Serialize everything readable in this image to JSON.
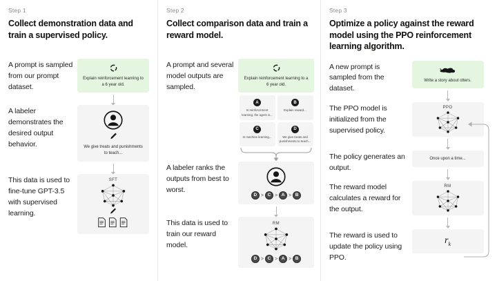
{
  "steps": [
    {
      "label": "Step 1",
      "title": "Collect demonstration data and train a supervised policy.",
      "captions": [
        "A prompt is sampled from our prompt dataset.",
        "A labeler demonstrates the desired output behavior.",
        "This data is used to fine-tune GPT-3.5 with supervised learning."
      ],
      "prompt_box": {
        "text": "Explain reinforcement learning to a 6 year old.",
        "icon": "recycle-loop-icon",
        "color": "#e4f5e0"
      },
      "labeler_box": {
        "text": "We give treats and punishments to teach...",
        "icon": "person-icon",
        "pen_icon": "pen-icon"
      },
      "model_box": {
        "title": "SFT",
        "icon": "neural-network-icon",
        "pen_icon": "pen-icon",
        "docs_icon": "documents-icon"
      }
    },
    {
      "label": "Step 2",
      "title": "Collect comparison data and train a reward model.",
      "captions": [
        "A prompt and several model outputs are sampled.",
        "A labeler ranks the outputs from best to worst.",
        "This data is used to train our reward model."
      ],
      "prompt_box": {
        "text": "Explain reinforcement learning to a 6 year old.",
        "icon": "recycle-loop-icon",
        "color": "#e4f5e0"
      },
      "outputs": [
        {
          "letter": "A",
          "text": "In reinforcement learning, the agent is..."
        },
        {
          "letter": "B",
          "text": "Explain reward..."
        },
        {
          "letter": "C",
          "text": "In machine learning..."
        },
        {
          "letter": "D",
          "text": "We give treats and punishments to teach..."
        }
      ],
      "labeler_box": {
        "icon": "person-icon",
        "ranking": [
          "D",
          "C",
          "A",
          "B"
        ],
        "separator": ">"
      },
      "reward_box": {
        "title": "RM",
        "icon": "neural-network-icon",
        "ranking": [
          "D",
          "C",
          "A",
          "B"
        ],
        "separator": ">"
      }
    },
    {
      "label": "Step 3",
      "title": "Optimize a policy against the reward model using the PPO reinforcement learning algorithm.",
      "captions": [
        "A new prompt is sampled from the dataset.",
        "The PPO model is initialized from the supervised policy.",
        "The policy generates an output.",
        "The reward model calculates a reward for the output.",
        "The reward is used to update the policy using PPO."
      ],
      "prompt_box": {
        "text": "Write a story about otters.",
        "icon": "otter-icon",
        "color": "#e4f5e0"
      },
      "ppo_box": {
        "title": "PPO",
        "icon": "neural-network-icon"
      },
      "output_box": {
        "text": "Once upon a time..."
      },
      "rm_box": {
        "title": "RM",
        "icon": "neural-network-icon"
      },
      "reward_box": {
        "symbol": "r",
        "subscript": "k"
      },
      "loop_arrow": "feedback-loop-arrow"
    }
  ],
  "colors": {
    "prompt_green": "#e4f5e0",
    "card_gray": "#f4f4f4",
    "arrow_gray": "#b8b8b8",
    "text_dark": "#1b1b1b",
    "label_gray": "#8a8a8a"
  }
}
